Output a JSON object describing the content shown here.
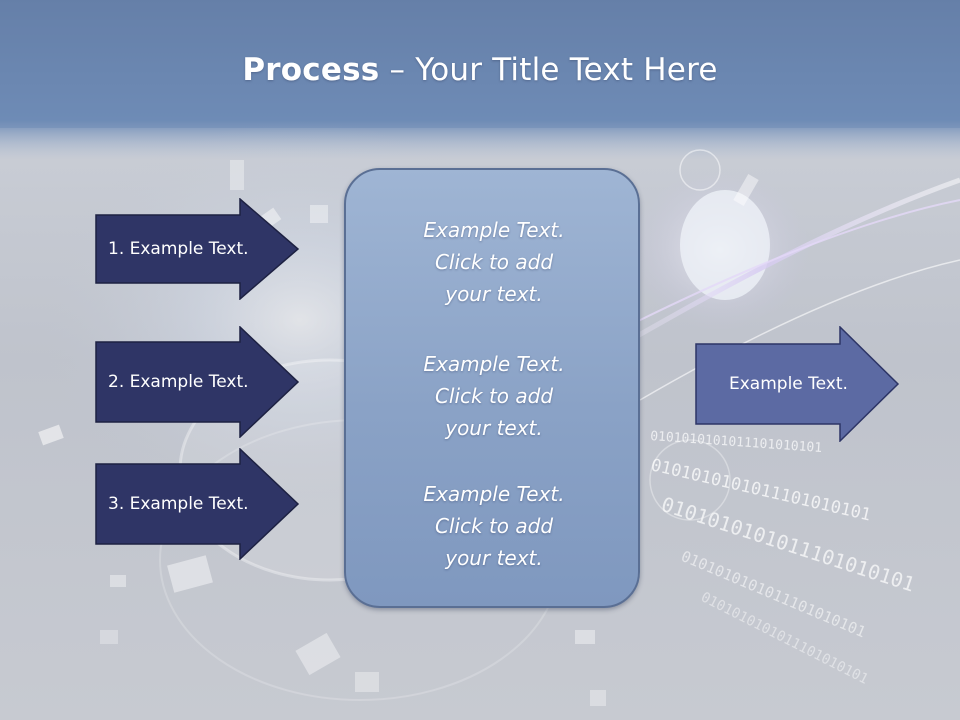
{
  "slide": {
    "title_bold": "Process",
    "title_rest": " – Your Title Text Here"
  },
  "left_arrows": [
    {
      "label": "1. Example Text."
    },
    {
      "label": "2. Example Text."
    },
    {
      "label": "3. Example Text."
    }
  ],
  "center_box": {
    "blocks": [
      {
        "lines": [
          "Example Text.",
          "Click  to add",
          "your text."
        ]
      },
      {
        "lines": [
          "Example Text.",
          "Click  to add",
          "your text."
        ]
      },
      {
        "lines": [
          "Example Text.",
          "Click  to add",
          "your text."
        ]
      }
    ]
  },
  "right_arrow": {
    "label": "Example Text."
  },
  "colors": {
    "header_band": "#6f8cb6",
    "left_arrow_fill": "#2f3566",
    "right_arrow_fill": "#5c6aa3",
    "center_box_fill": "#8fa7c9",
    "center_box_border": "#5a6f94"
  },
  "background": {
    "binary_text": "0101010101011101010101"
  }
}
